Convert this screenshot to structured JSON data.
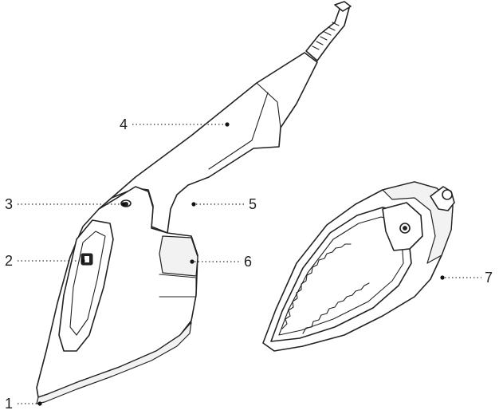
{
  "callouts": [
    {
      "id": "1",
      "label": "1"
    },
    {
      "id": "2",
      "label": "2"
    },
    {
      "id": "3",
      "label": "3"
    },
    {
      "id": "4",
      "label": "4"
    },
    {
      "id": "5",
      "label": "5"
    },
    {
      "id": "6",
      "label": "6"
    },
    {
      "id": "7",
      "label": "7"
    }
  ],
  "colors": {
    "line": "#222222",
    "background": "#ffffff",
    "fill_light": "#f2f2f2"
  }
}
